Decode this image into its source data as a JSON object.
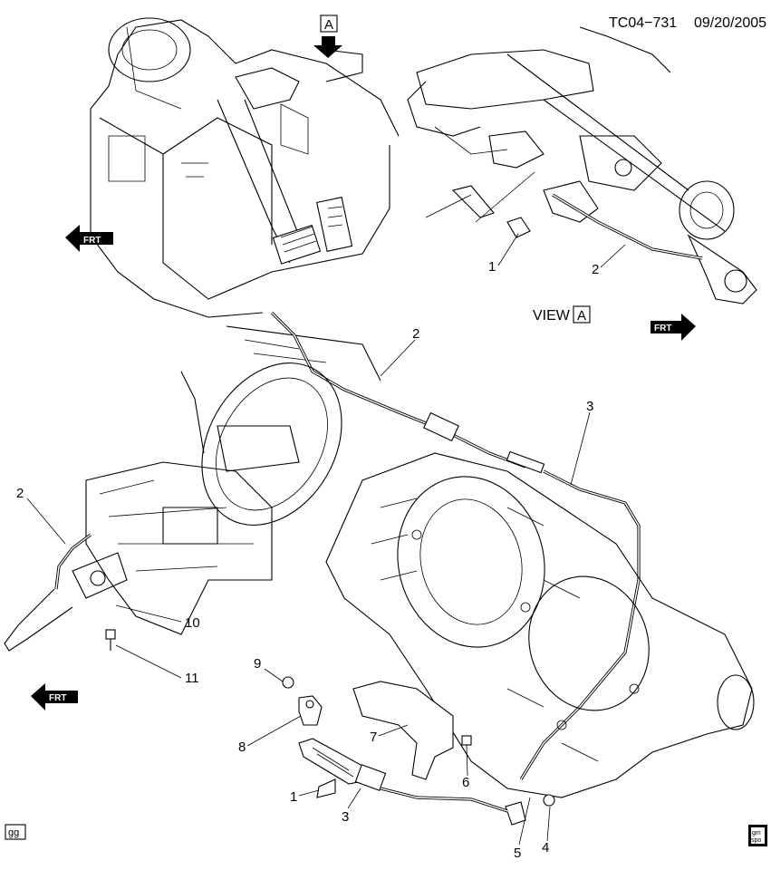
{
  "header": {
    "code": "TC04−731",
    "date": "09/20/2005"
  },
  "view": {
    "label": "VIEW",
    "letter": "A"
  },
  "arrow_a": {
    "letter": "A"
  },
  "front_arrows": {
    "text": "FRT"
  },
  "callouts": [
    {
      "id": "c1a",
      "text": "1"
    },
    {
      "id": "c2a",
      "text": "2"
    },
    {
      "id": "c2b",
      "text": "2"
    },
    {
      "id": "c3a",
      "text": "3"
    },
    {
      "id": "c2c",
      "text": "2"
    },
    {
      "id": "c10",
      "text": "10"
    },
    {
      "id": "c11",
      "text": "11"
    },
    {
      "id": "c9",
      "text": "9"
    },
    {
      "id": "c8",
      "text": "8"
    },
    {
      "id": "c7",
      "text": "7"
    },
    {
      "id": "c6",
      "text": "6"
    },
    {
      "id": "c1b",
      "text": "1"
    },
    {
      "id": "c3b",
      "text": "3"
    },
    {
      "id": "c5",
      "text": "5"
    },
    {
      "id": "c4",
      "text": "4"
    }
  ],
  "footer": {
    "left_tag": "gg",
    "right_logo_top": "gm",
    "right_logo_bottom": "spo"
  }
}
